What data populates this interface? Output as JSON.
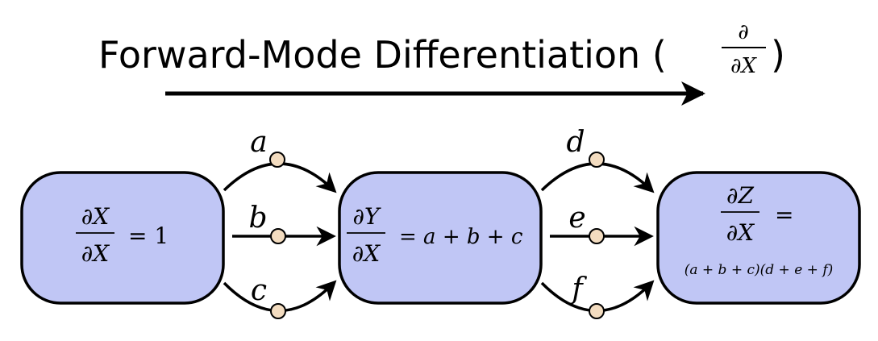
{
  "title": {
    "text": "Forward-Mode Differentiation (",
    "frac_num": "∂",
    "frac_den": "∂X",
    "close": ")"
  },
  "nodes": {
    "x": {
      "num": "∂X",
      "den": "∂X",
      "rhs": "= 1"
    },
    "y": {
      "num": "∂Y",
      "den": "∂X",
      "rhs": "= a + b + c"
    },
    "z": {
      "num": "∂Z",
      "den": "∂X",
      "rhs": "=",
      "sub": "(a + b + c)(d + e + f)"
    }
  },
  "edges": {
    "a": "a",
    "b": "b",
    "c": "c",
    "d": "d",
    "e": "e",
    "f": "f"
  },
  "colors": {
    "node_fill": "#c0c6f5",
    "dot_fill": "#f3dcc0",
    "stroke": "#000000"
  }
}
